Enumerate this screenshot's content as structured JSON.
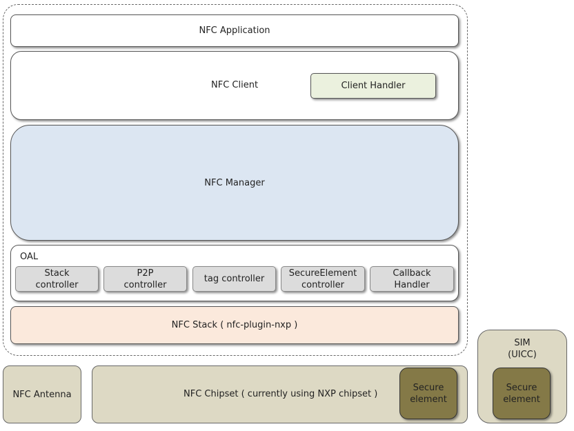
{
  "app": {
    "label": "NFC Application"
  },
  "client": {
    "label": "NFC Client",
    "handler": "Client Handler"
  },
  "manager": {
    "label": "NFC Manager"
  },
  "oal": {
    "label": "OAL",
    "items": [
      {
        "line1": "Stack",
        "line2": "controller"
      },
      {
        "line1": "P2P",
        "line2": "controller"
      },
      {
        "line1": "tag controller",
        "line2": ""
      },
      {
        "line1": "SecureElement",
        "line2": "controller"
      },
      {
        "line1": "Callback",
        "line2": "Handler"
      }
    ]
  },
  "stack": {
    "label": "NFC Stack ( nfc-plugin-nxp )"
  },
  "antenna": {
    "label": "NFC Antenna"
  },
  "chipset": {
    "label": "NFC Chipset ( currently using NXP chipset )",
    "secure_line1": "Secure",
    "secure_line2": "element"
  },
  "sim": {
    "line1": "SIM",
    "line2": "(UICC)",
    "secure_line1": "Secure",
    "secure_line2": "element"
  },
  "colors": {
    "manager_fill": "#dce6f2",
    "stack_fill": "#fbe9dc",
    "handler_fill": "#ebf1de",
    "hardware_fill": "#ddd9c4",
    "secure_fill": "#847947",
    "oal_item_fill": "#dcdcdc"
  }
}
